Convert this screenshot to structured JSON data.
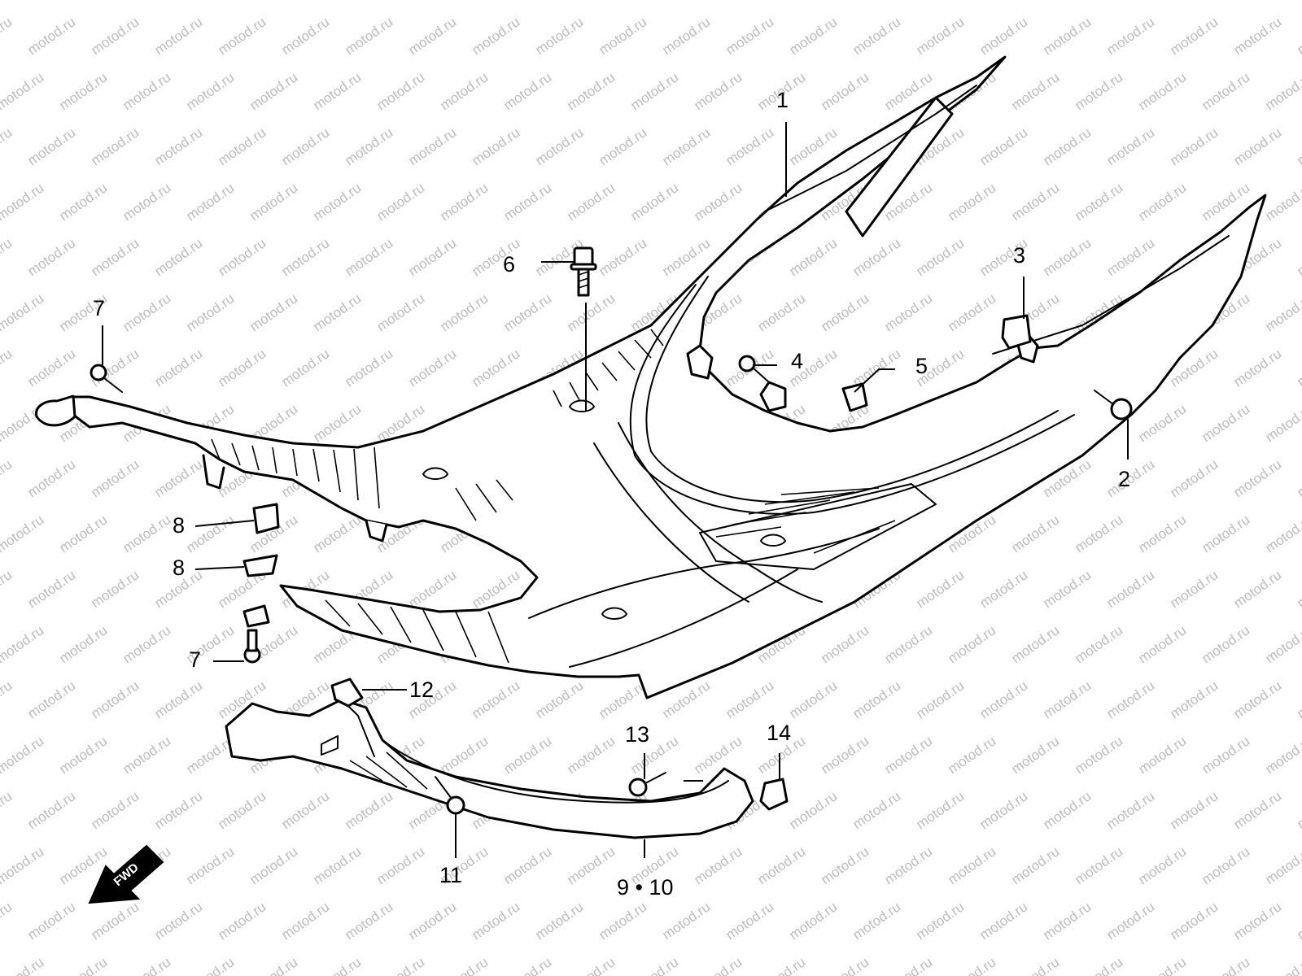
{
  "watermark": "motod.ru",
  "fwd_label": "FWD",
  "callouts": [
    {
      "id": "c1",
      "text": "1"
    },
    {
      "id": "c2",
      "text": "2"
    },
    {
      "id": "c3",
      "text": "3"
    },
    {
      "id": "c4",
      "text": "4"
    },
    {
      "id": "c5",
      "text": "5"
    },
    {
      "id": "c6",
      "text": "6"
    },
    {
      "id": "c7a",
      "text": "7"
    },
    {
      "id": "c7b",
      "text": "7"
    },
    {
      "id": "c8a",
      "text": "8"
    },
    {
      "id": "c8b",
      "text": "8"
    },
    {
      "id": "c9",
      "text": "9 • 10"
    },
    {
      "id": "c11",
      "text": "11"
    },
    {
      "id": "c12",
      "text": "12"
    },
    {
      "id": "c13",
      "text": "13"
    },
    {
      "id": "c14",
      "text": "14"
    }
  ]
}
